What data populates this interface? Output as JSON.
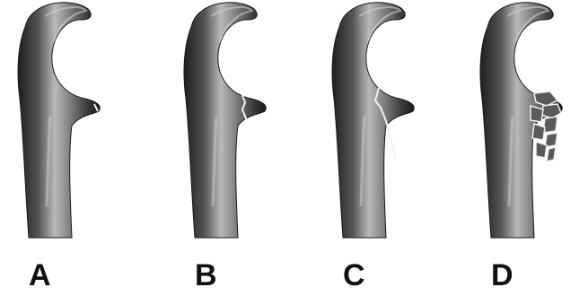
{
  "panels": [
    {
      "label": "A",
      "fracture": "none-minor"
    },
    {
      "label": "B",
      "fracture": "transverse"
    },
    {
      "label": "C",
      "fracture": "oblique-long"
    },
    {
      "label": "D",
      "fracture": "comminuted"
    }
  ],
  "colors": {
    "bone_dark": "#2a2a2a",
    "bone_mid": "#6e6e6e",
    "bone_light": "#c8c8c8",
    "crack": "#f2f2f2",
    "background": "#ffffff"
  }
}
